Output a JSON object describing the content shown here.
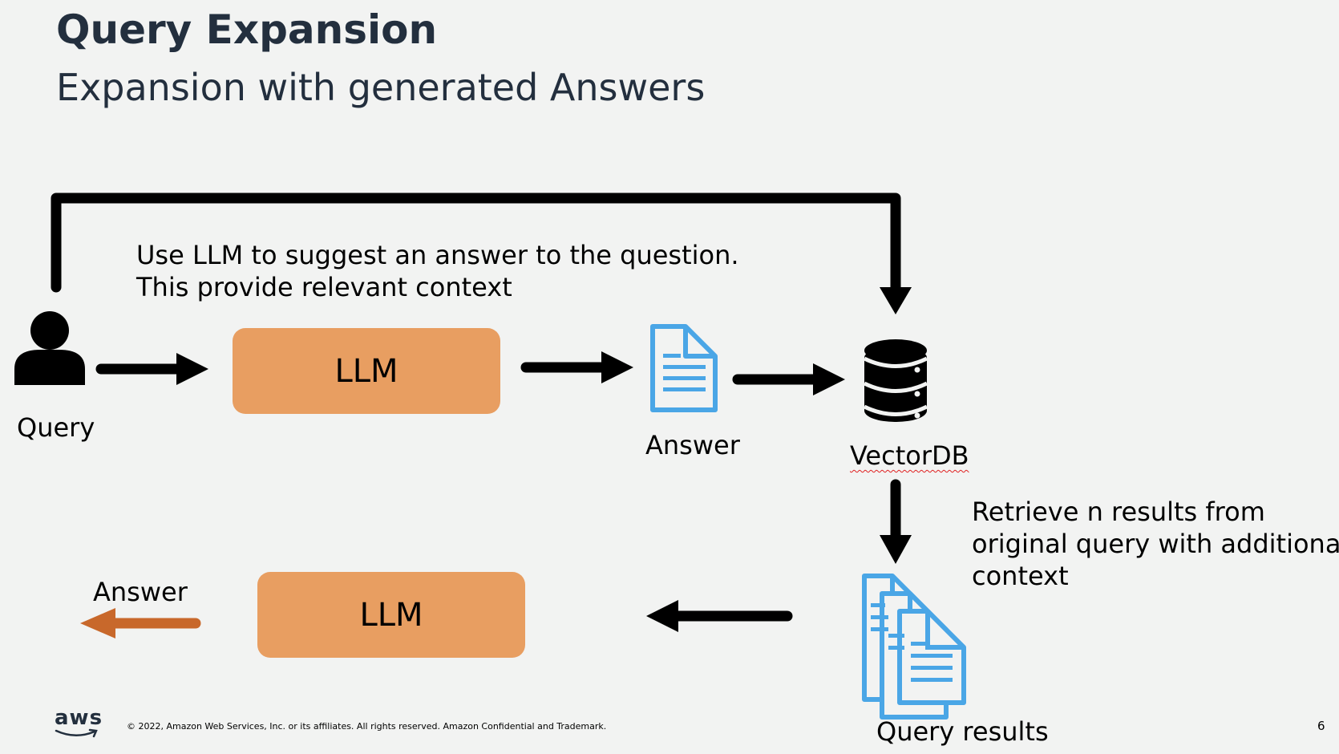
{
  "header": {
    "title": "Query Expansion",
    "subtitle": "Expansion with generated Answers"
  },
  "diagram": {
    "user_label": "Query",
    "note_llm": [
      "Use LLM to suggest an answer to the question.",
      "This provide relevant context"
    ],
    "llm_top_label": "LLM",
    "answer_doc_label": "Answer",
    "vectordb_label": "VectorDB",
    "note_retrieve": [
      "Retrieve n results from",
      "original query with additional",
      "context"
    ],
    "query_results_label": "Query results",
    "llm_bottom_label": "LLM",
    "final_answer_label": "Answer"
  },
  "colors": {
    "llm_box": "#e89e61",
    "doc_icon": "#4aa6e6",
    "final_arrow": "#c8682b",
    "title_text": "#232f3e"
  },
  "footer": {
    "logo": "aws",
    "copyright": "© 2022, Amazon Web Services, Inc. or its affiliates. All rights reserved. Amazon Confidential and Trademark.",
    "page_number": "6"
  }
}
